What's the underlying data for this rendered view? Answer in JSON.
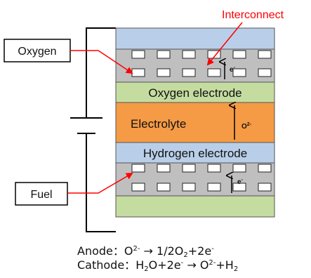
{
  "colors": {
    "interconnect": "#b9cfe9",
    "channel_layer": "#bfbfbf",
    "oxygen_electrode": "#c5dca0",
    "electrolyte": "#f59a45",
    "hydrogen_electrode": "#b9cfe9",
    "bottom_layer": "#c5dca0",
    "label_red": "#ff0000",
    "wire": "#000000"
  },
  "labels": {
    "interconnect": "Interconnect",
    "oxygen_box": "Oxygen",
    "fuel_box": "Fuel"
  },
  "layers": {
    "oxygen_electrode": "Oxygen electrode",
    "electrolyte": "Electrolyte",
    "hydrogen_electrode": "Hydrogen electrode"
  },
  "carriers": {
    "upper": {
      "base": "e",
      "sup": "-"
    },
    "middle": {
      "base": "O",
      "sup": "2-"
    },
    "lower": {
      "base": "e",
      "sup": "-"
    }
  },
  "equations": {
    "anode": {
      "label": "Anode：",
      "ion": "O",
      "ion_charge": "2-",
      "arrow": " → ",
      "product_coef": "1/2O",
      "product_sub": "2",
      "plus_electrons": "+2e",
      "electron_charge": "-"
    },
    "cathode": {
      "label": "Cathode：",
      "reactant_h": "H",
      "reactant_sub": "2",
      "reactant_rest": "O+2e",
      "electron_charge": "-",
      "arrow": " → ",
      "ion": "O",
      "ion_charge": "2-",
      "plus_h": "+H",
      "product_sub": "2"
    }
  }
}
